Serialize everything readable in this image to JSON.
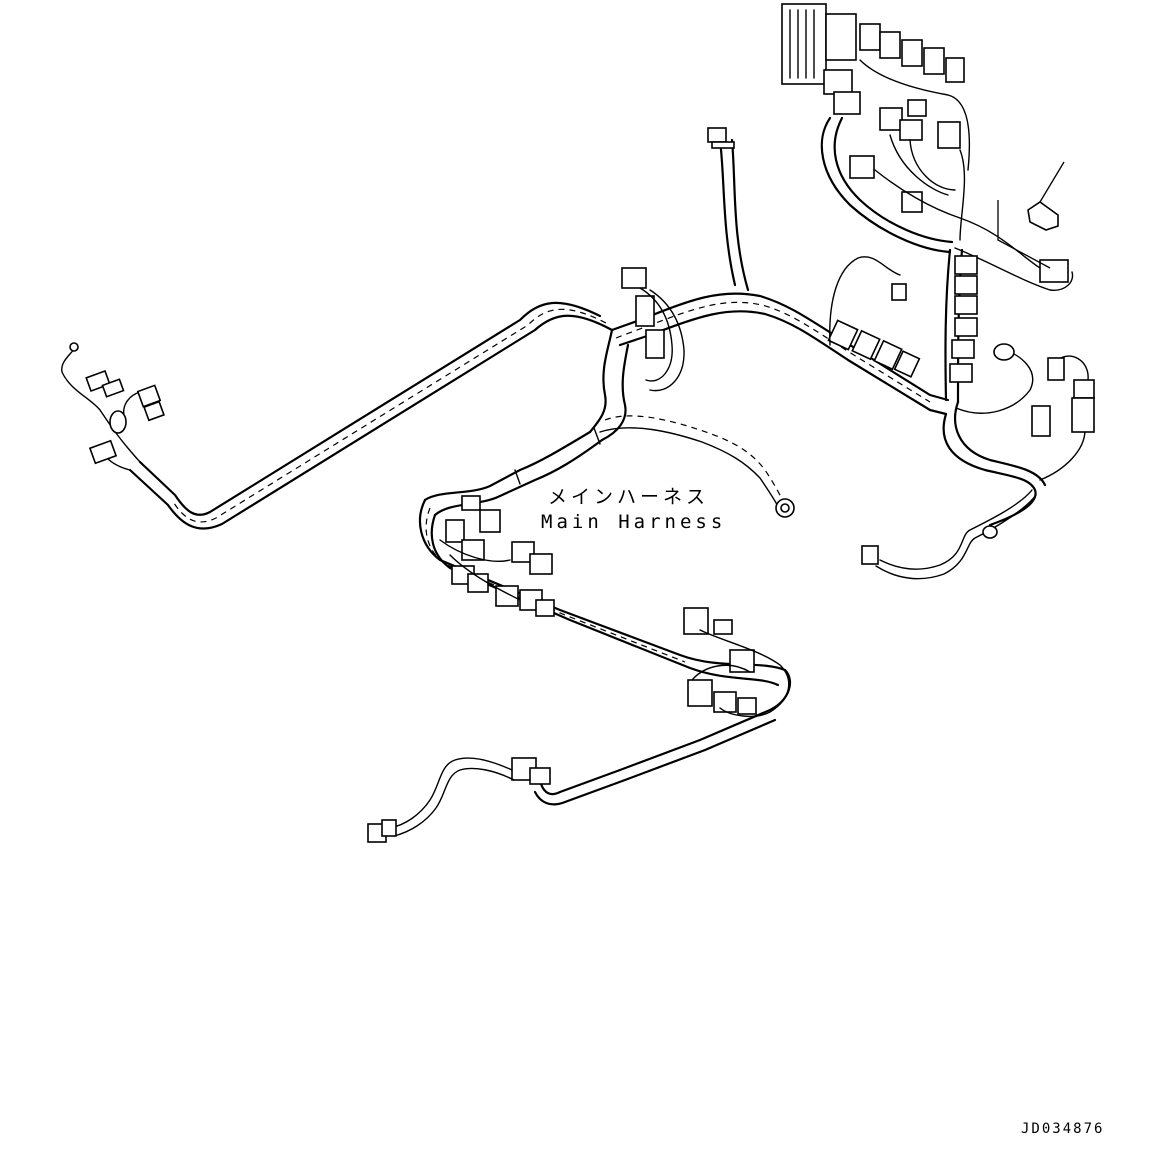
{
  "labels": {
    "harness_jp": "メインハーネス",
    "harness_en": "Main Harness"
  },
  "drawing_id": "JD034876",
  "colors": {
    "line": "#000000",
    "background": "#ffffff"
  }
}
